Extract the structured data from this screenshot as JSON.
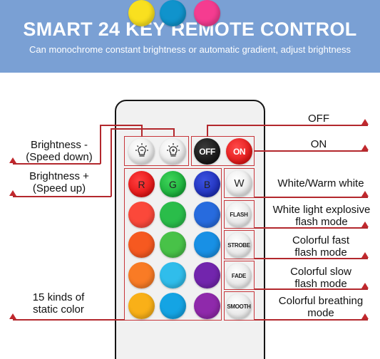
{
  "banner": {
    "title": "SMART 24 KEY REMOTE CONTROL",
    "subtitle": "Can monochrome constant brightness or automatic gradient, adjust brightness"
  },
  "colors": {
    "banner_bg": "#7aa0d4",
    "accent_red": "#c0282d"
  },
  "keys": {
    "brightness_down_icon": "sun-outline-icon",
    "brightness_up_icon": "sun-outline-icon",
    "off": "OFF",
    "on": "ON",
    "r": "R",
    "g": "G",
    "b": "B",
    "w": "W",
    "flash": "FLASH",
    "strobe": "STROBE",
    "fade": "FADE",
    "smooth": "SMOOTH",
    "static_colors": [
      "#f44a3c",
      "#2fbb4e",
      "#2a6bd8",
      "#f05a24",
      "#4cc04c",
      "#1d8fe0",
      "#f47c2a",
      "#35bce8",
      "#7026a8",
      "#f6b01f",
      "#1aa3e0",
      "#8c2aa6",
      "#f7e028",
      "#1592c8",
      "#ee3e8e"
    ]
  },
  "labels": {
    "off": "OFF",
    "on": "ON",
    "brightness_down_1": "Brightness -",
    "brightness_down_2": "(Speed down)",
    "brightness_up_1": "Brightness +",
    "brightness_up_2": "(Speed up)",
    "white": "White/Warm white",
    "flash_1": "White light explosive",
    "flash_2": "flash mode",
    "strobe_1": "Colorful fast",
    "strobe_2": "flash mode",
    "fade_1": "Colorful slow",
    "fade_2": "flash mode",
    "smooth_1": "Colorful breathing",
    "smooth_2": "mode",
    "static_1": "15 kinds of",
    "static_2": "static color"
  }
}
